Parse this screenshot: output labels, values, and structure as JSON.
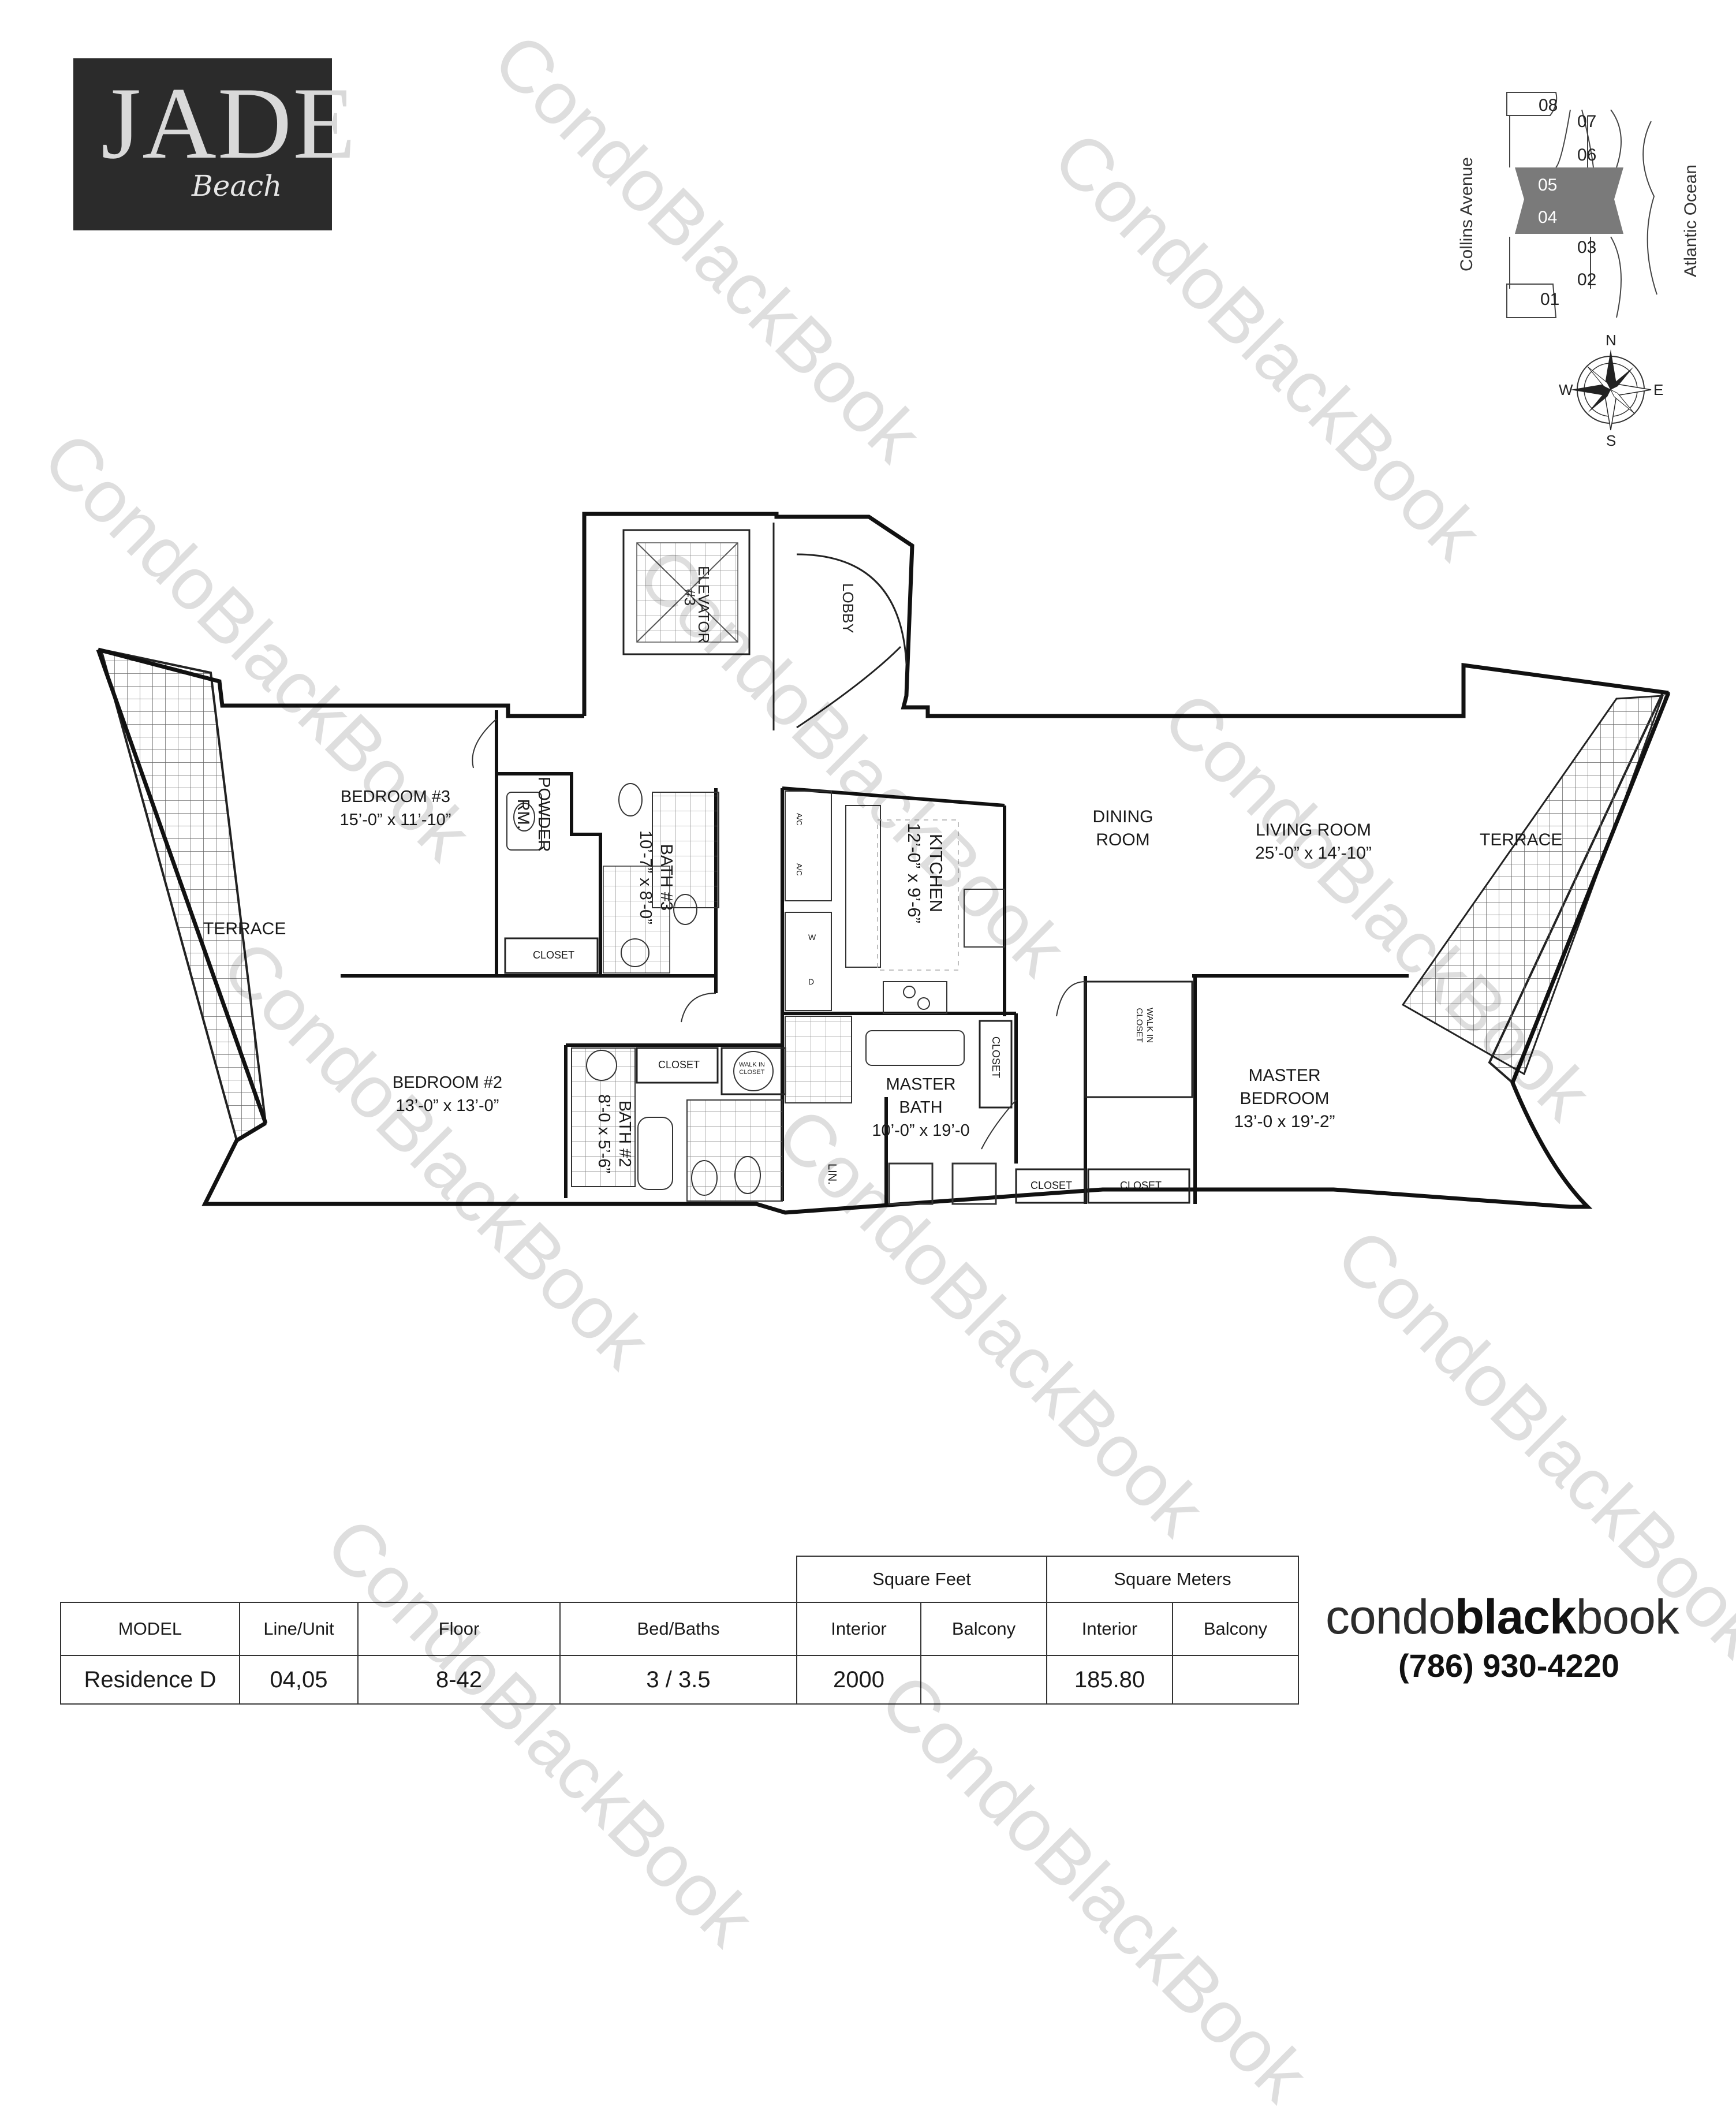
{
  "logo": {
    "main": "JADE",
    "sub": "Beach"
  },
  "keyplan": {
    "street_west": "Collins Avenue",
    "street_east": "Atlantic Ocean",
    "units": [
      "08",
      "07",
      "06",
      "05",
      "04",
      "03",
      "02",
      "01"
    ],
    "highlighted_units": [
      "05",
      "04"
    ],
    "compass": {
      "n": "N",
      "s": "S",
      "e": "E",
      "w": "W"
    },
    "highlight_color": "#7a7a7a"
  },
  "floorplan": {
    "elevator": {
      "label": "ELEVATOR",
      "number": "#3"
    },
    "lobby": "LOBBY",
    "bedroom3": {
      "name": "BEDROOM #3",
      "dims": "15’-0” x 11’-10”"
    },
    "powder": {
      "line1": "POWDER",
      "line2": "RM."
    },
    "bath3": {
      "name": "BATH #3",
      "dims": "10’-7” x 8’-0”"
    },
    "kitchen": {
      "name": "KITCHEN",
      "dims": "12’-0” x 9’-6”"
    },
    "dining": {
      "line1": "DINING",
      "line2": "ROOM"
    },
    "living": {
      "name": "LIVING ROOM",
      "dims": "25’-0” x 14’-10”"
    },
    "terrace_east": "TERRACE",
    "terrace_west": "TERRACE",
    "closet_b3": "CLOSET",
    "bedroom2": {
      "name": "BEDROOM #2",
      "dims": "13’-0” x 13’-0”"
    },
    "bath2": {
      "name": "BATH #2",
      "dims": "8’-0 x 5’-6”"
    },
    "closet_b2": "CLOSET",
    "walkin_b2": {
      "line1": "WALK IN",
      "line2": "CLOSET"
    },
    "master_bath": {
      "line1": "MASTER",
      "line2": "BATH",
      "dims": "10’-0” x 19’-0"
    },
    "closet_mb": "CLOSET",
    "walkin_master": {
      "line1": "WALK IN",
      "line2": "CLOSET"
    },
    "master_bedroom": {
      "line1": "MASTER",
      "line2": "BEDROOM",
      "dims": "13’-0 x 19’-2”"
    },
    "closet_m1": "CLOSET",
    "closet_m2": "CLOSET",
    "linen": "LIN.",
    "ac1": "A/C",
    "ac2": "A/C",
    "washer": "W",
    "dryer": "D"
  },
  "spec_table": {
    "group_sqft": "Square Feet",
    "group_sqm": "Square Meters",
    "headers": [
      "MODEL",
      "Line/Unit",
      "Floor",
      "Bed/Baths",
      "Interior",
      "Balcony",
      "Interior",
      "Balcony"
    ],
    "row": [
      "Residence D",
      "04,05",
      "8-42",
      "3 / 3.5",
      "2000",
      "",
      "185.80",
      ""
    ]
  },
  "brand": {
    "part1": "condo",
    "part2": "black",
    "part3": "book",
    "phone": "(786) 930-4220"
  },
  "watermark": "CondoBlackBook"
}
